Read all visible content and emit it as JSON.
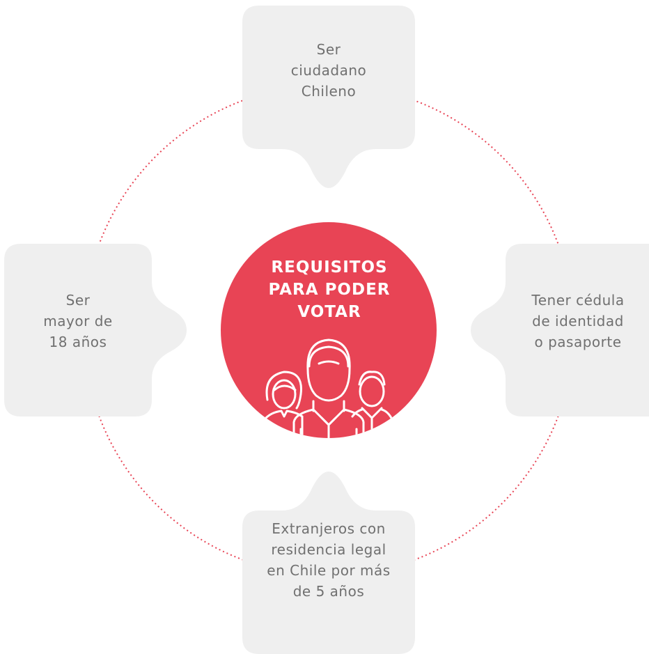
{
  "center": {
    "title": "REQUISITOS\nPARA PODER\nVOTAR",
    "icon": "people-group-icon",
    "color": "#E84455"
  },
  "requirements": {
    "top": "Ser\nciudadano\nChileno",
    "right": "Tener cédula\nde identidad\no pasaporte",
    "bottom": "Extranjeros con\nresidencia legal\nen Chile por más\nde 5 años",
    "left": "Ser\nmayor de\n18 años"
  },
  "colors": {
    "bubble_fill": "#EFEFEF",
    "ring_dots": "#E84455",
    "bubble_text": "#707070",
    "center_text": "#FFFFFF",
    "icon_stroke": "#FFFFFF"
  }
}
